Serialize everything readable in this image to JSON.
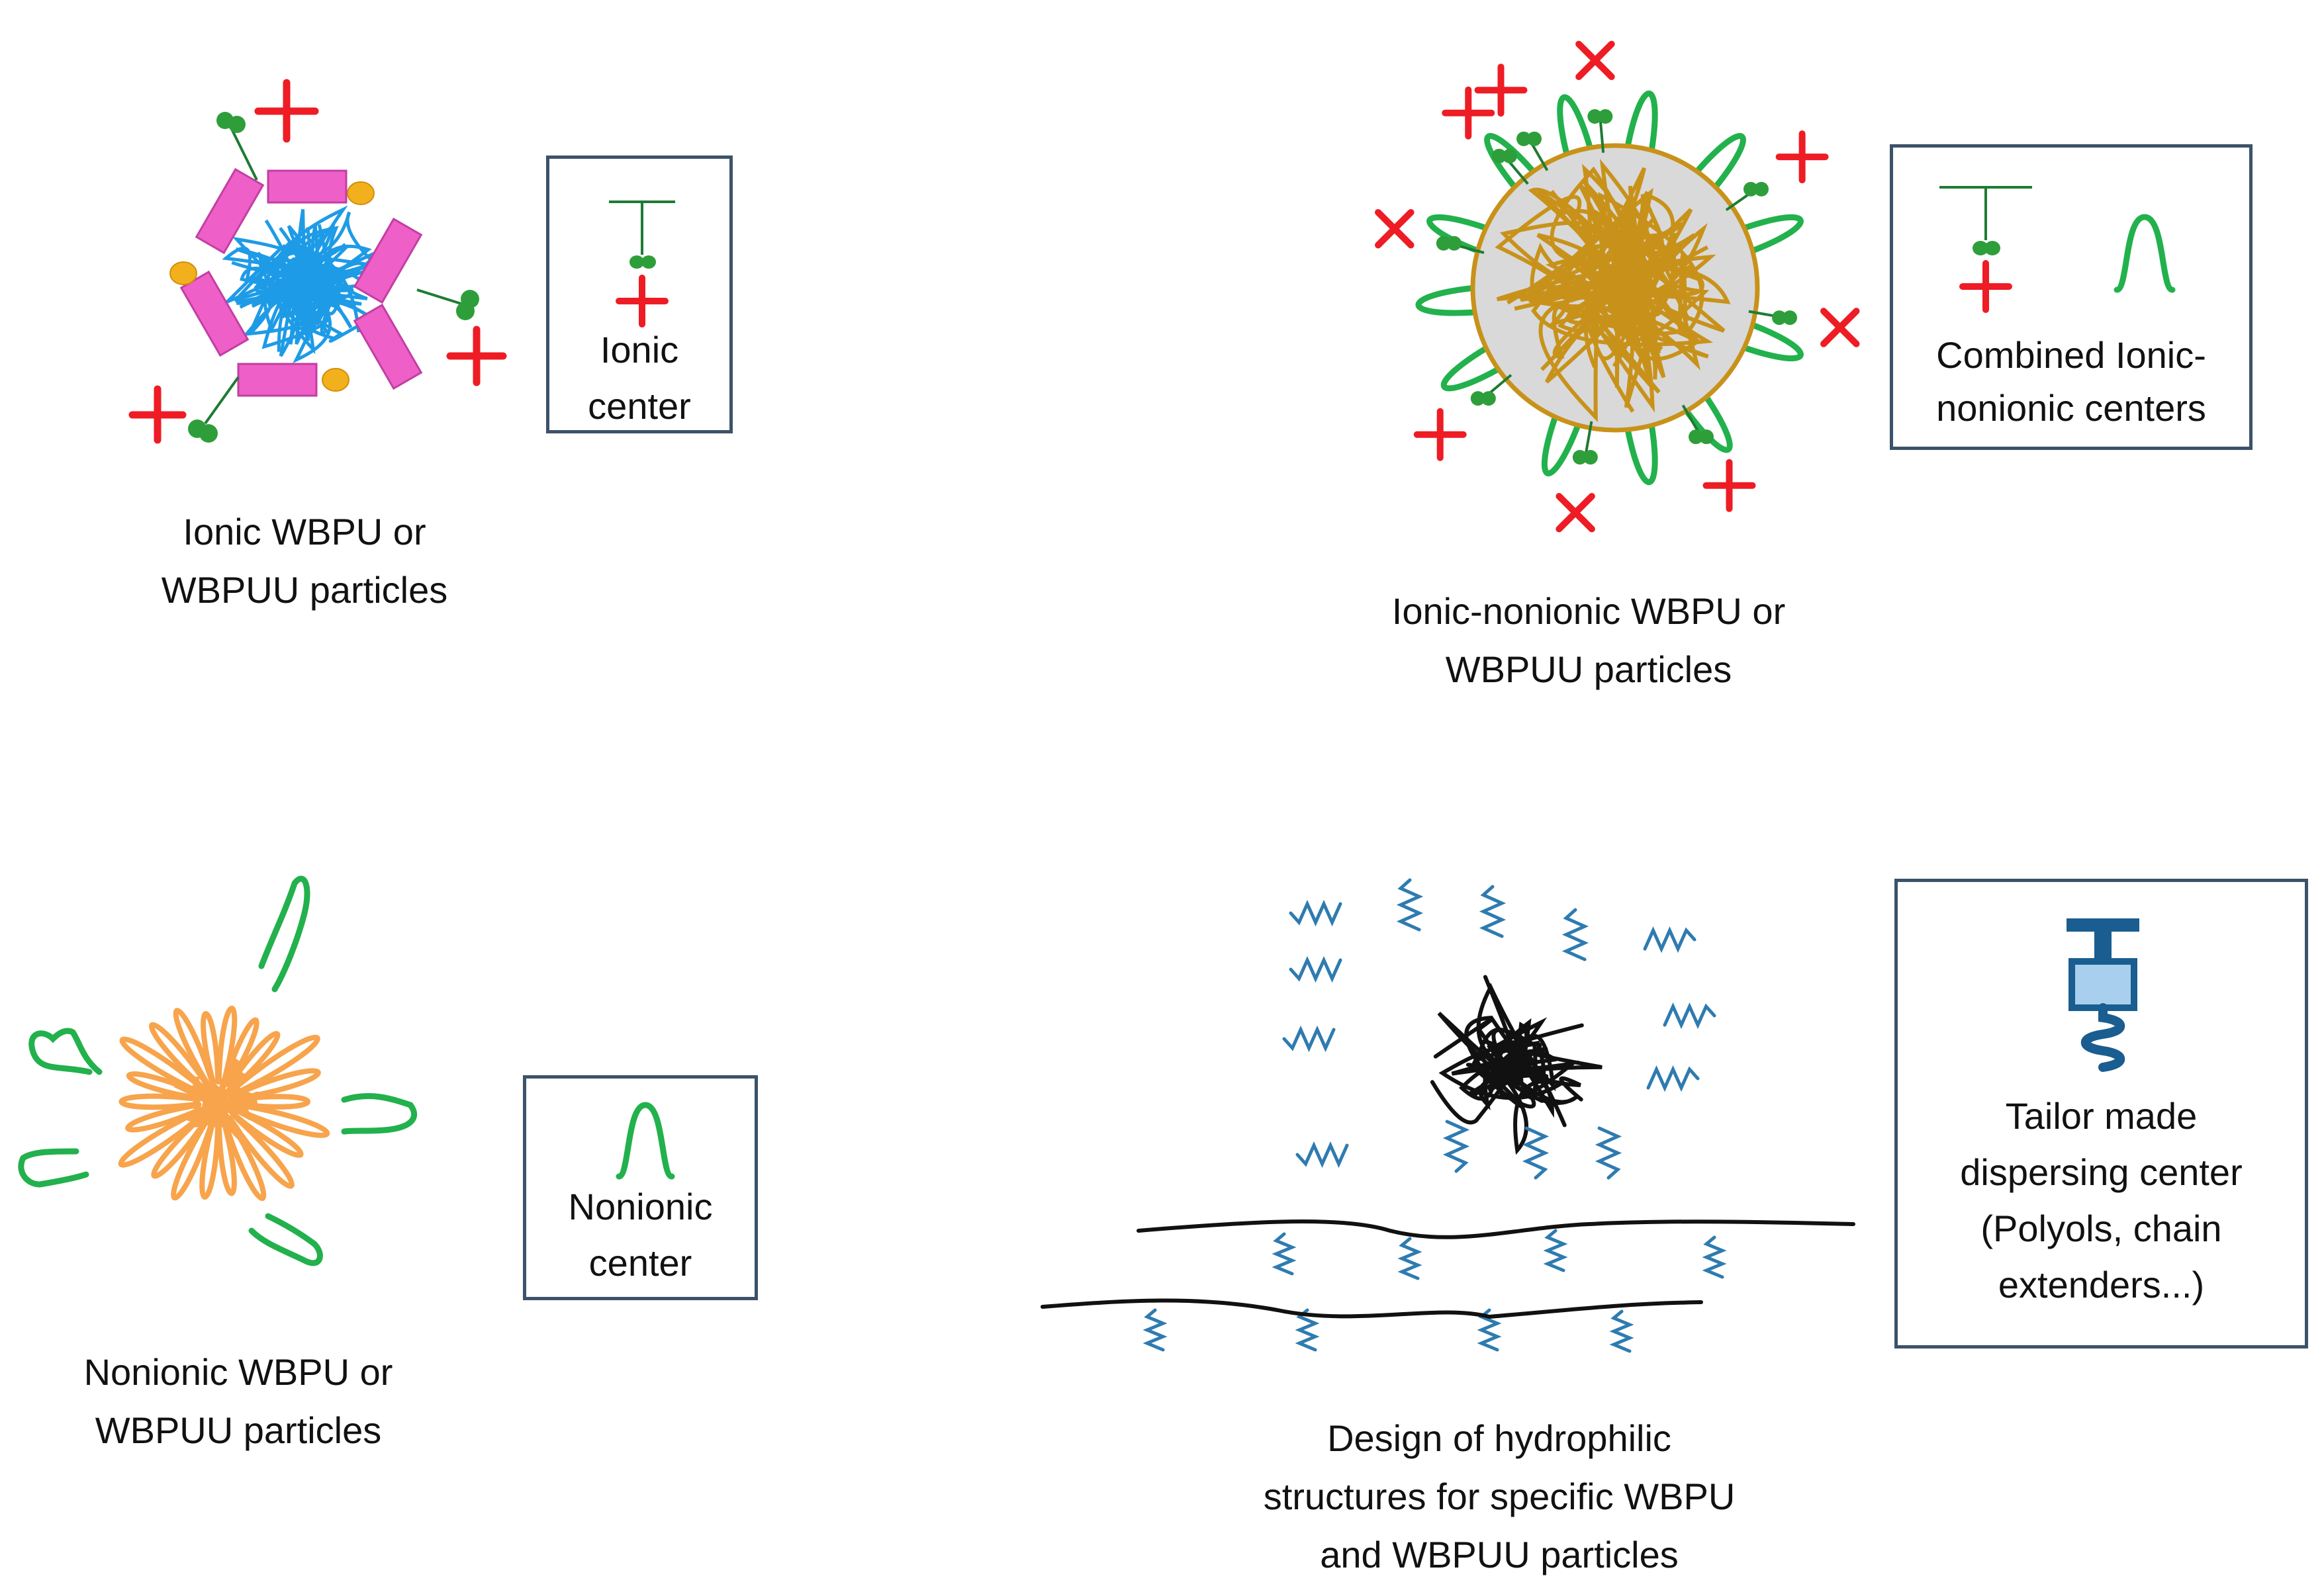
{
  "panels": {
    "ionic": {
      "caption_line1": "Ionic WBPU or",
      "caption_line2": "WBPUU particles",
      "legend_line1": "Ionic",
      "legend_line2": "center"
    },
    "ionic_nonionic": {
      "caption_line1": "Ionic-nonionic WBPU or",
      "caption_line2": "WBPUU particles",
      "legend_line1": "Combined Ionic-",
      "legend_line2": "nonionic centers"
    },
    "nonionic": {
      "caption_line1": "Nonionic WBPU or",
      "caption_line2": "WBPUU particles",
      "legend_line1": "Nonionic",
      "legend_line2": "center"
    },
    "design": {
      "caption_line1": "Design of hydrophilic",
      "caption_line2": "structures for specific  WBPU",
      "caption_line3": "and WBPUU particles",
      "legend_line1": "Tailor made",
      "legend_line2": "dispersing center",
      "legend_line3": "(Polyols, chain",
      "legend_line4": "extenders...)"
    }
  },
  "colors": {
    "plus": "#ee1c24",
    "ionic_stem": "#1e7b34",
    "ionic_head": "#2e9e3a",
    "nonionic_loop": "#22b14c",
    "pink_segment": "#ee5fc8",
    "blue_core": "#1e9be6",
    "gold_core": "#c8921a",
    "orange_core": "#f7a44c",
    "black_chain": "#111111",
    "blue_spring": "#2e7bb0",
    "legend_border": "#3b5269",
    "dispersant_dark": "#1a5d90",
    "dispersant_light": "#a9cfee"
  }
}
